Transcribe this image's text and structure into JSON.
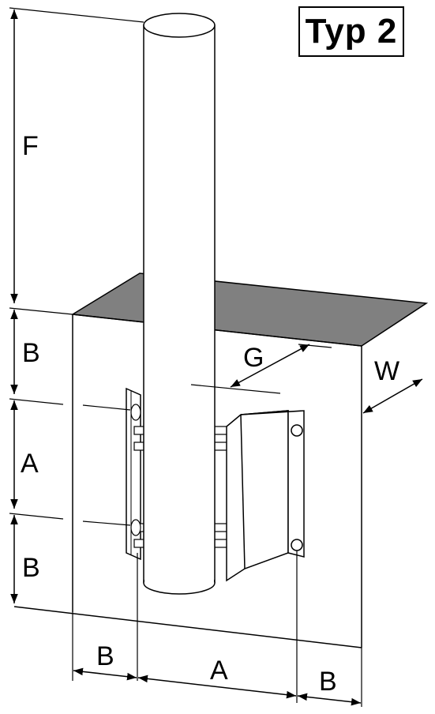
{
  "title": "Typ 2",
  "labels": {
    "f": "F",
    "b_top": "B",
    "a_left": "A",
    "b_left_bottom": "B",
    "g": "G",
    "w": "W",
    "b_bottom_left": "B",
    "a_bottom": "A",
    "b_bottom_right": "B"
  },
  "colors": {
    "top_face": "#808080",
    "line": "#000000",
    "background": "#ffffff"
  }
}
